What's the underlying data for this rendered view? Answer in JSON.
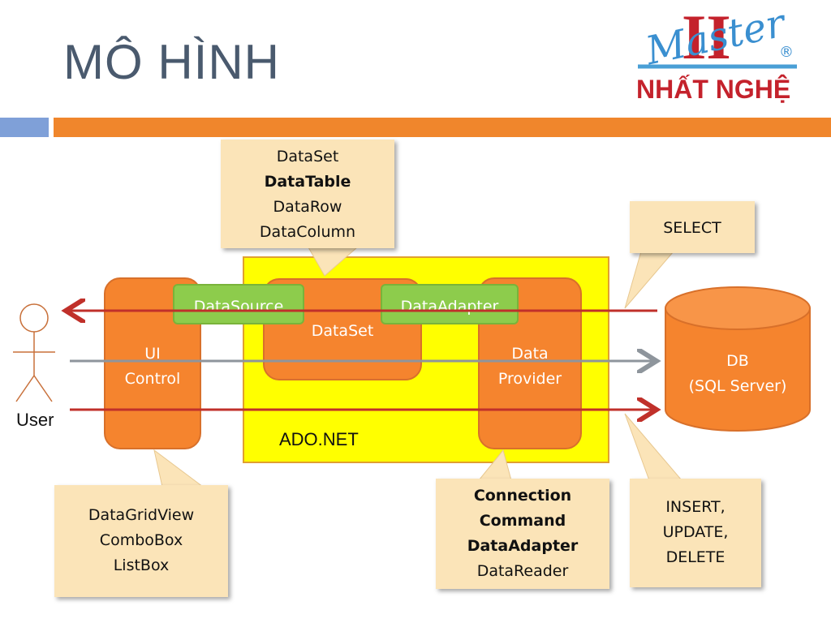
{
  "title": "MÔ HÌNH",
  "logo": {
    "master_text": "Master",
    "ii_text": "II",
    "registered": "®",
    "brand": "NHẤT NGHỆ"
  },
  "user": {
    "label": "User"
  },
  "ui_control": {
    "line1": "UI",
    "line2": "Control"
  },
  "ado_net": {
    "label": "ADO.NET"
  },
  "dataset_box": {
    "label": "DataSet"
  },
  "data_provider": {
    "line1": "Data",
    "line2": "Provider"
  },
  "datasource": {
    "label": "DataSource"
  },
  "dataadapter": {
    "label": "DataAdapter"
  },
  "db": {
    "line1": "DB",
    "line2": "(SQL Server)"
  },
  "callouts": {
    "dataset_note": {
      "line1": "DataSet",
      "line2": "DataTable",
      "line3": "DataRow",
      "line4": "DataColumn"
    },
    "select_note": {
      "line1": "SELECT"
    },
    "controls_note": {
      "line1": "DataGridView",
      "line2": "ComboBox",
      "line3": "ListBox"
    },
    "provider_note": {
      "line1": "Connection",
      "line2": "Command",
      "line3": "DataAdapter",
      "line4": "DataReader"
    },
    "modify_note": {
      "line1": "INSERT,",
      "line2": "UPDATE,",
      "line3": "DELETE"
    }
  },
  "colors": {
    "orange": "#f5842e",
    "yellow": "#ffff00",
    "green": "#8dcc4c",
    "note": "#fbe4b8",
    "red_arrow": "#c0302a",
    "gray_arrow": "#8e959c",
    "title": "#4a5a6e"
  }
}
